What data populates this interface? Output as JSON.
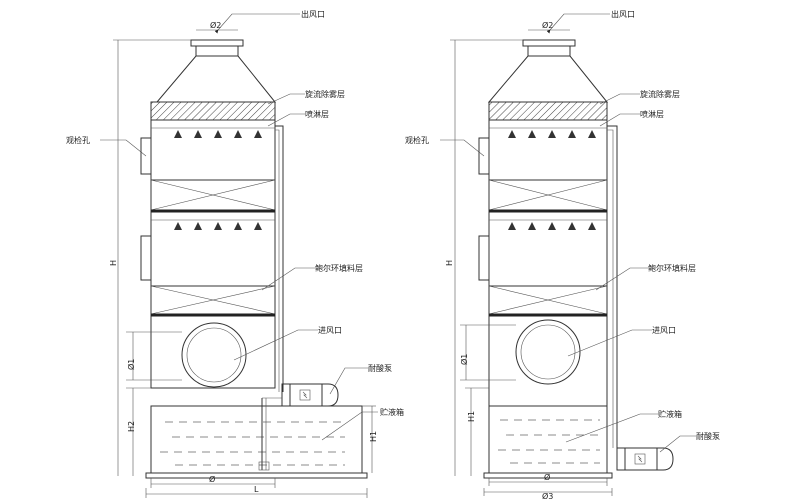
{
  "left_tower": {
    "labels": {
      "outlet": "出风口",
      "demister": "旋流除雾层",
      "spray": "喷淋层",
      "inspection": "观检孔",
      "packing": "鲍尔环填料层",
      "inlet": "进风口",
      "pump": "耐酸泵",
      "tank": "贮液箱"
    },
    "dims": {
      "d2": "Ø2",
      "h": "H",
      "d1": "Ø1",
      "h2": "H2",
      "h1": "H1",
      "d": "Ø",
      "l": "L"
    }
  },
  "right_tower": {
    "labels": {
      "outlet": "出风口",
      "demister": "旋流除雾层",
      "spray": "喷淋层",
      "inspection": "观检孔",
      "packing": "鲍尔环填料层",
      "inlet": "进风口",
      "tank": "贮液箱",
      "pump": "耐酸泵"
    },
    "dims": {
      "d2": "Ø2",
      "h": "H",
      "d1": "Ø1",
      "h1": "H1",
      "d": "Ø",
      "d3": "Ø3"
    }
  }
}
